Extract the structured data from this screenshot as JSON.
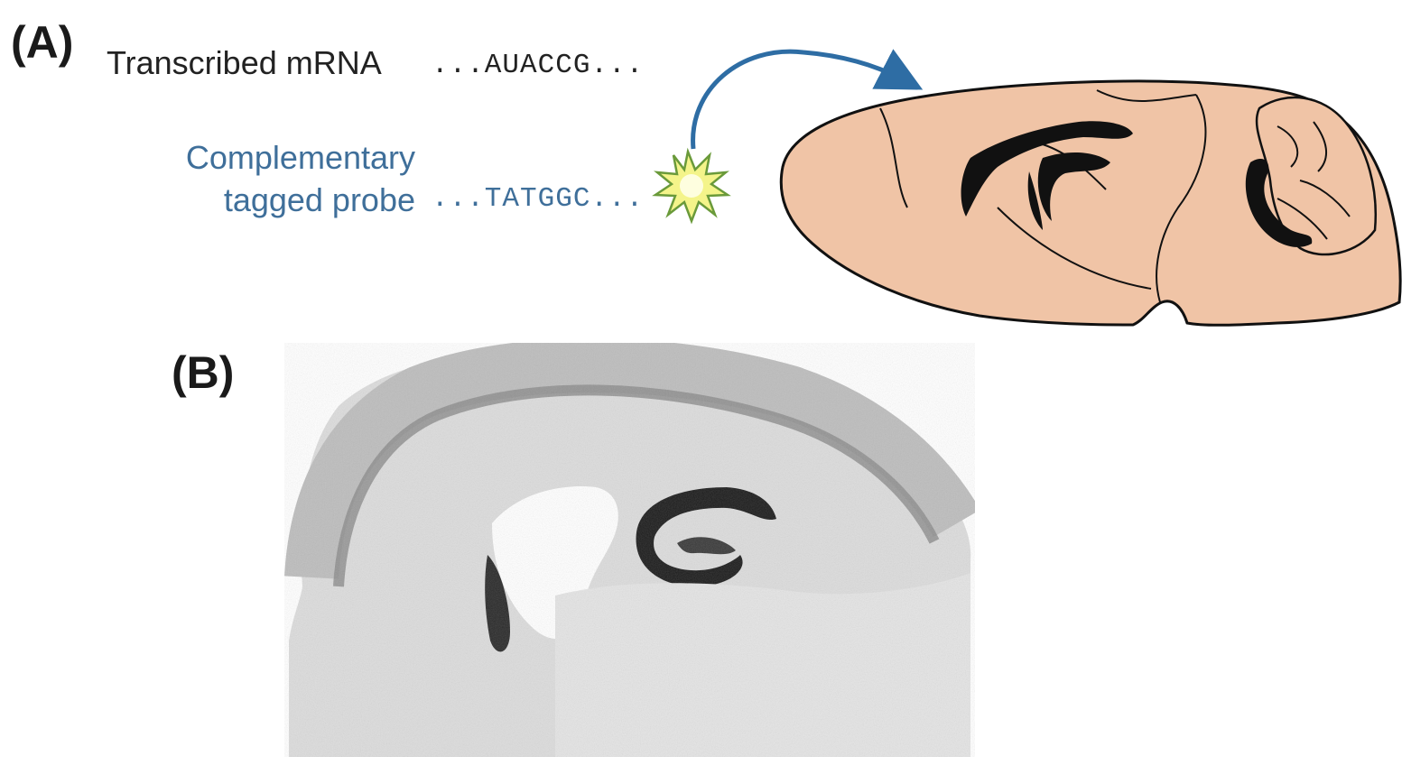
{
  "panel_a": {
    "label": "(A)",
    "mrna_label": "Transcribed mRNA",
    "mrna_sequence": "...AUACCG...",
    "probe_label_line1": "Complementary",
    "probe_label_line2": "tagged probe",
    "probe_sequence": "...TATGGC..."
  },
  "panel_b": {
    "label": "(B)"
  },
  "colors": {
    "text_dark": "#222222",
    "probe_blue": "#3f6f9a",
    "arrow_blue": "#2e6da4",
    "brain_fill": "#f0c4a6",
    "star_fill": "#f4f48a",
    "star_stroke": "#6a9a3a"
  }
}
